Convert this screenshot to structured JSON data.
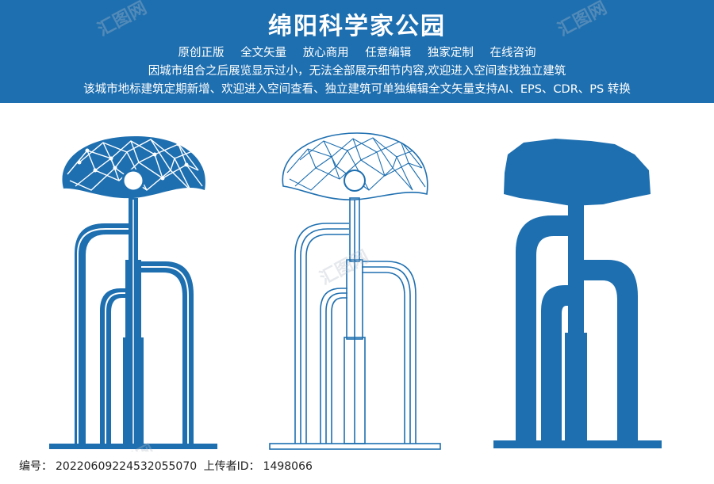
{
  "header": {
    "title": "绵阳科学家公园",
    "tags": [
      "原创正版",
      "全文矢量",
      "放心商用",
      "任意编辑",
      "独家定制",
      "在线咨询"
    ],
    "line2": "因城市组合之后展览显示过小，无法全部展示细节内容,欢迎进入空间查找独立建筑",
    "line3": "该城市地标建筑定期新增、欢迎进入空间查看、独立建筑可单独编辑全文矢量支持AI、EPS、CDR、PS 转换"
  },
  "footer": {
    "id_label": "编号：",
    "id_value": "20220609224532055070",
    "uploader_label": "上传者ID：",
    "uploader_value": "1498066"
  },
  "colors": {
    "brand_blue": "#1e6fb0",
    "white": "#ffffff"
  },
  "watermark_text": "汇图网"
}
